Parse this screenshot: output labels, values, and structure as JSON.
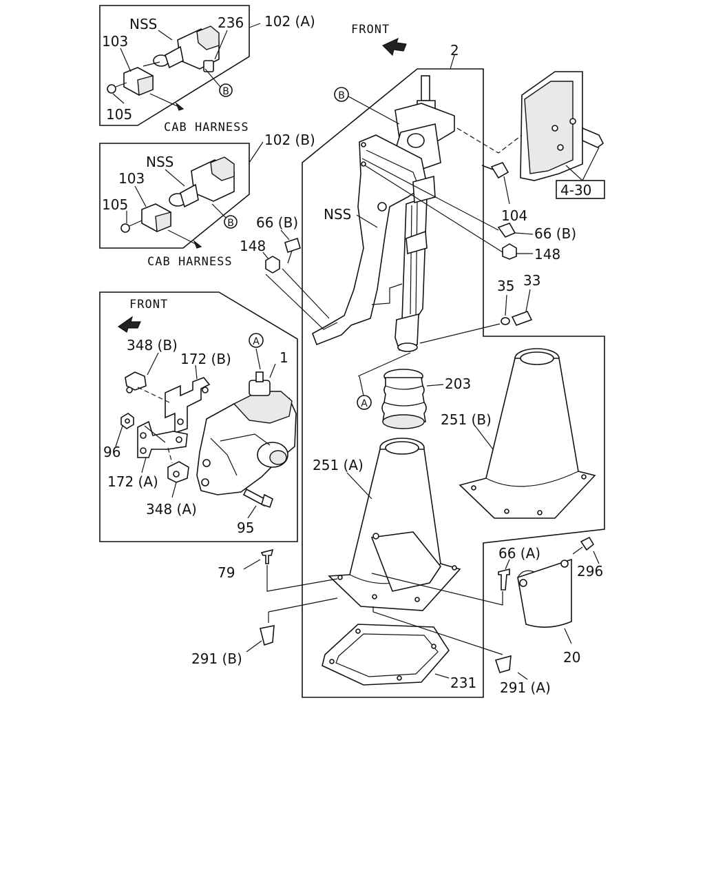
{
  "callouts": {
    "inset_a": {
      "nss": "NSS",
      "p236": "236",
      "p102a": "102 (A)",
      "p103": "103",
      "p105": "105",
      "ref_b": "B",
      "cab_harness": "CAB HARNESS"
    },
    "inset_b": {
      "p102b": "102 (B)",
      "nss": "NSS",
      "p103": "103",
      "p105": "105",
      "ref_b": "B",
      "cab_harness": "CAB HARNESS"
    },
    "inset_c": {
      "front": "FRONT",
      "p348b": "348 (B)",
      "p172b": "172 (B)",
      "ref_a": "A",
      "p1": "1",
      "p96": "96",
      "p172a": "172 (A)",
      "p348a": "348 (A)",
      "p95": "95"
    },
    "main": {
      "front": "FRONT",
      "p2": "2",
      "ref_b": "B",
      "p4_30": "4-30",
      "p104": "104",
      "p66b_upper": "66 (B)",
      "p148_upper": "148",
      "nss": "NSS",
      "p66b_left": "66 (B)",
      "p148_left": "148",
      "p35": "35",
      "p33": "33",
      "p203": "203",
      "ref_a": "A",
      "p251b": "251 (B)",
      "p251a": "251 (A)",
      "p66a": "66 (A)",
      "p296": "296",
      "p79": "79",
      "p20": "20",
      "p291b": "291 (B)",
      "p231": "231",
      "p291a": "291 (A)"
    }
  }
}
